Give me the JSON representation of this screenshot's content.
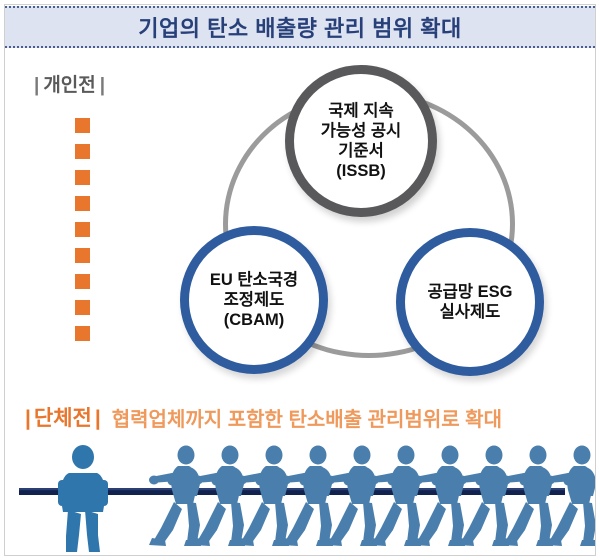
{
  "header": {
    "title": "기업의 탄소 배출량 관리 범위 확대",
    "bg_color": "#dde3f0",
    "text_color": "#28407a",
    "border_color": "#4a5f8e"
  },
  "stages": {
    "individual": {
      "label": "개인전",
      "bracket": "|",
      "color": "#5a5a5a"
    },
    "group": {
      "label": "단체전",
      "bracket": "|",
      "description": "협력업체까지 포함한 탄소배출 관리범위로 확대",
      "label_color": "#e8762c",
      "description_color": "#ef9a5c"
    }
  },
  "arrow": {
    "name": "downward-dashed-arrow",
    "color": "#e8762c",
    "dash_count": 9
  },
  "diagram": {
    "ring_color": "#9b9b9b",
    "nodes": [
      {
        "id": "issb",
        "border_color": "#59595b",
        "lines": [
          "국제 지속",
          "가능성 공시",
          "기준서",
          "(ISSB)"
        ]
      },
      {
        "id": "cbam",
        "border_color": "#2e5c9e",
        "lines": [
          "EU 탄소국경",
          "조정제도",
          "(CBAM)"
        ]
      },
      {
        "id": "esg",
        "border_color": "#2e5c9e",
        "lines": [
          "공급망 ESG",
          "실사제도"
        ]
      }
    ]
  },
  "scene": {
    "name": "tug-of-war-illustration",
    "rope_color": "#12224e",
    "lead_figure_color": "#2f76ad",
    "puller_color": "#4a7fad",
    "puller_count": 10
  }
}
